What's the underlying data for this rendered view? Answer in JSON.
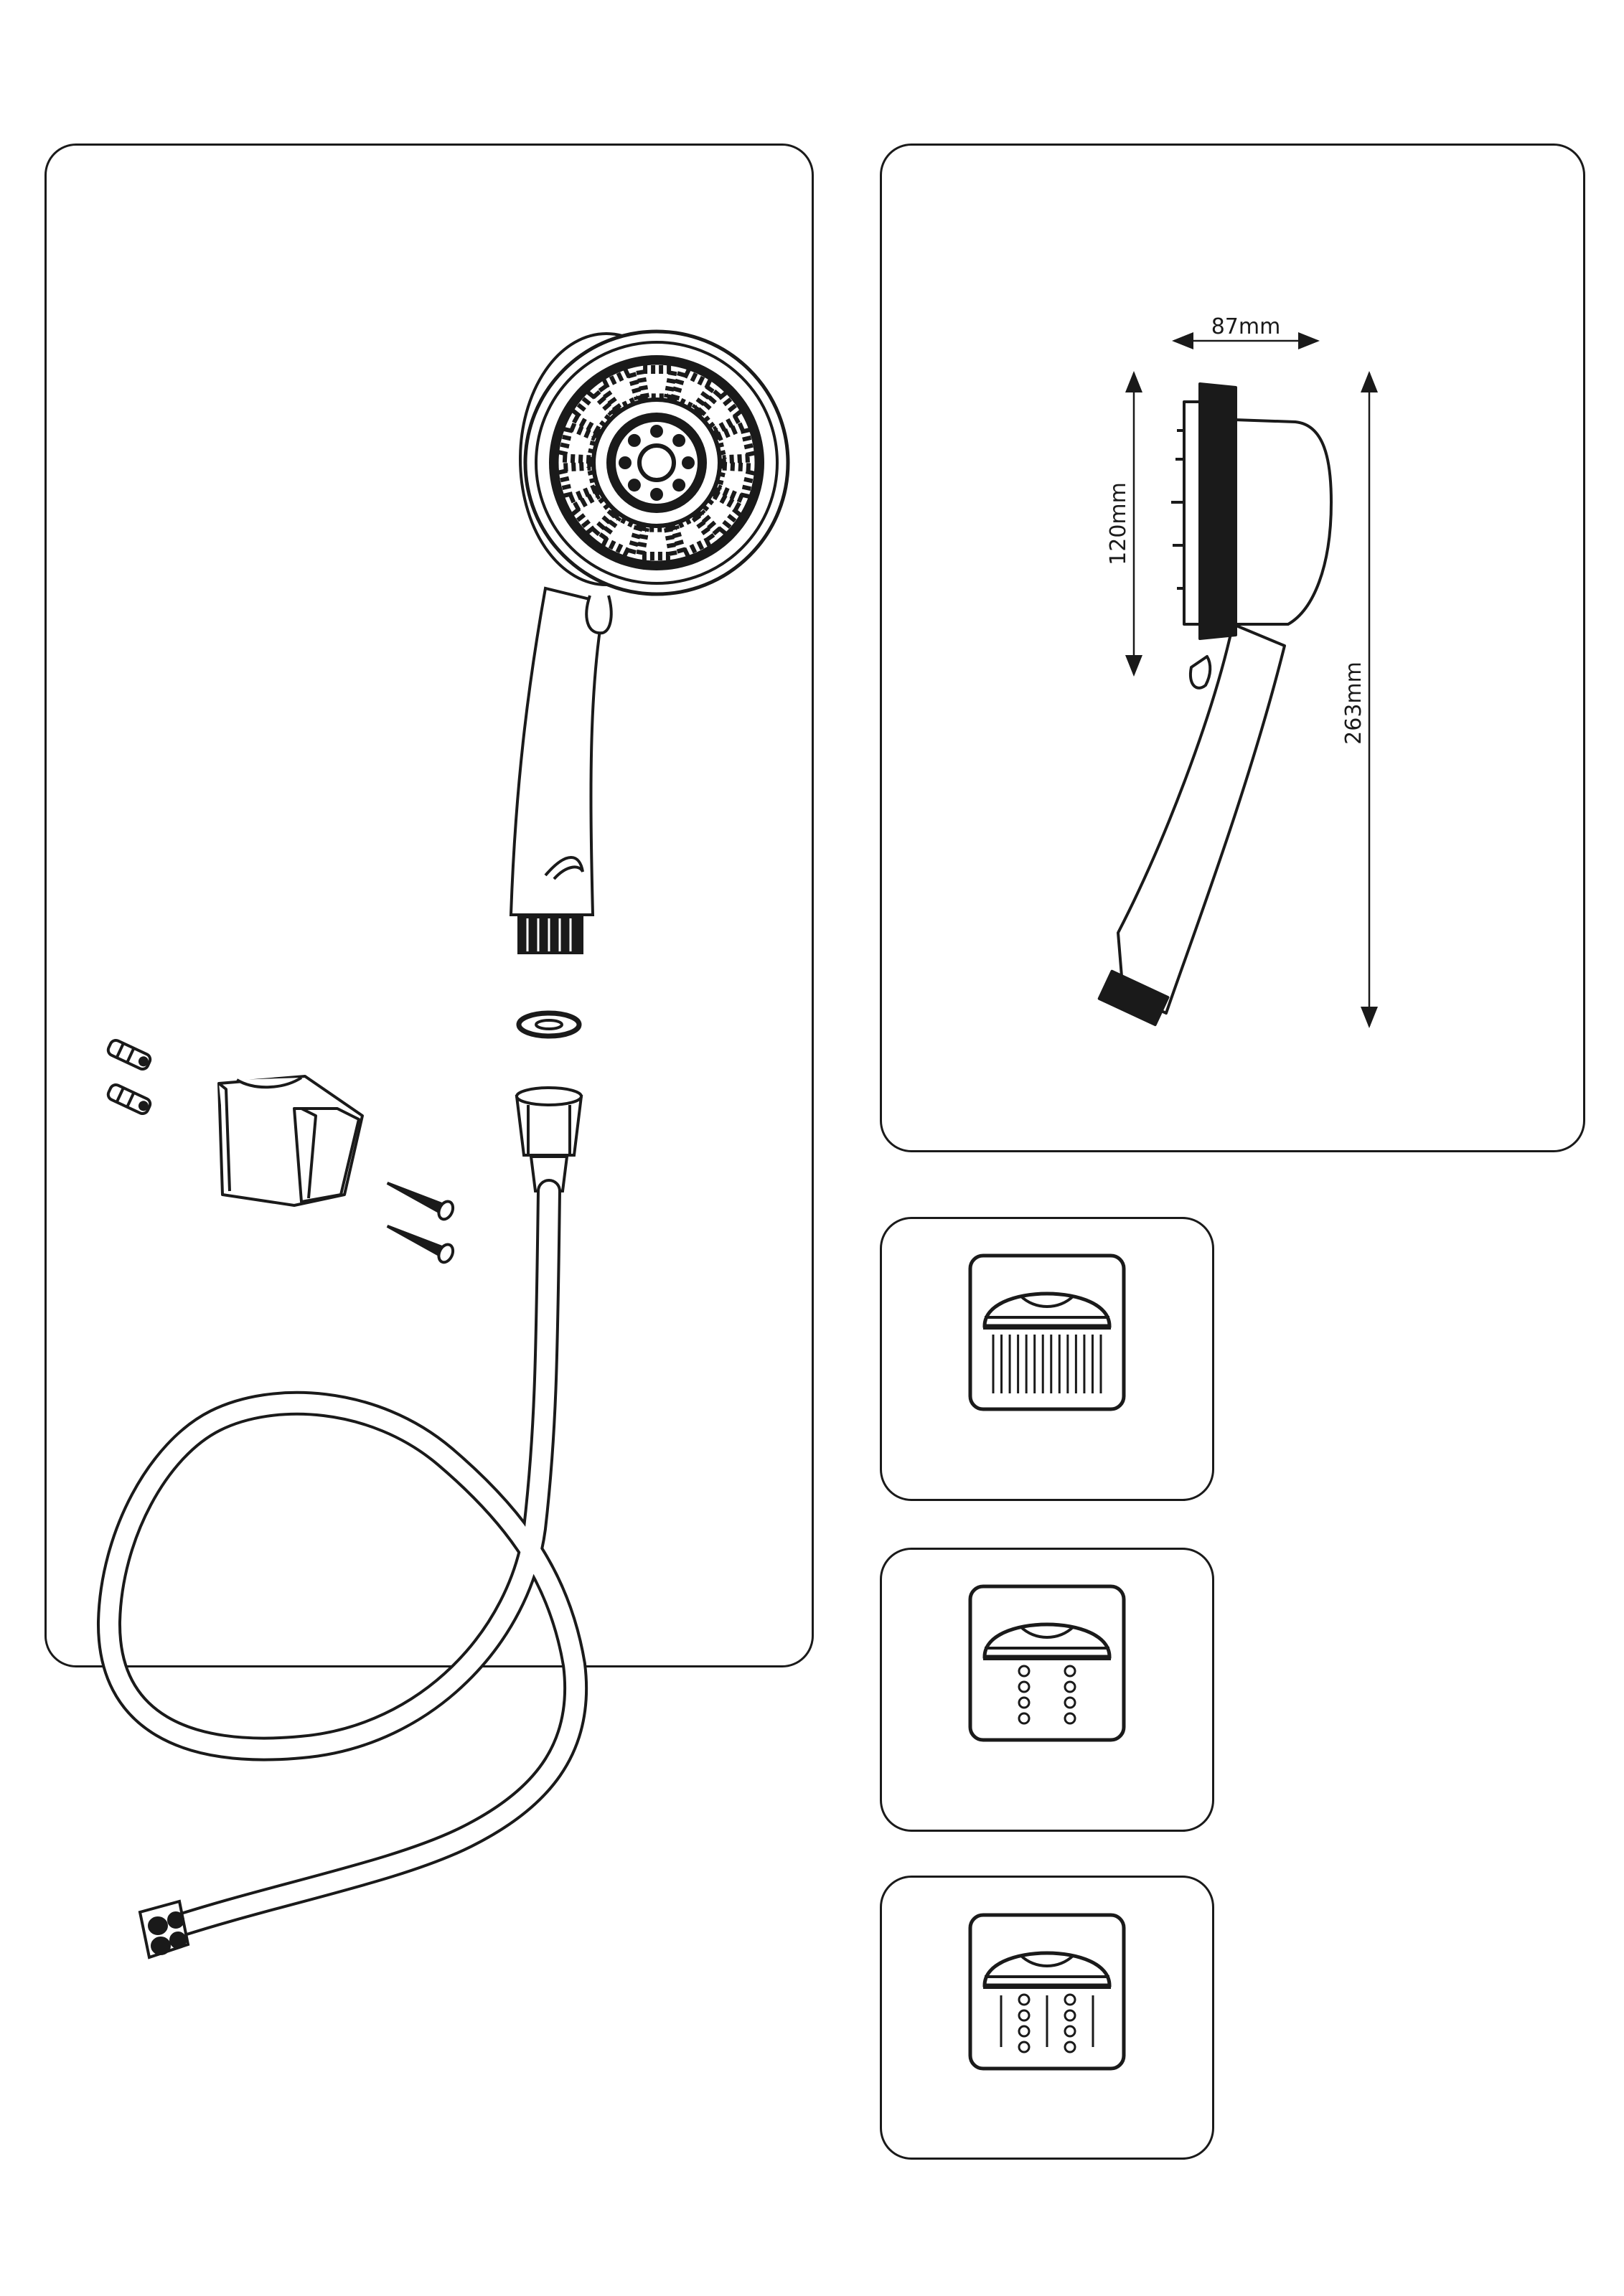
{
  "dimensions": {
    "width_label": "87mm",
    "face_height_label": "120mm",
    "total_length_label": "263mm"
  },
  "spray_modes": [
    {
      "id": "rain",
      "icon": "rain-spray-icon"
    },
    {
      "id": "massage",
      "icon": "massage-spray-icon"
    },
    {
      "id": "mixed",
      "icon": "mixed-spray-icon"
    }
  ],
  "colors": {
    "line": "#1a1a1a",
    "background": "#ffffff"
  }
}
